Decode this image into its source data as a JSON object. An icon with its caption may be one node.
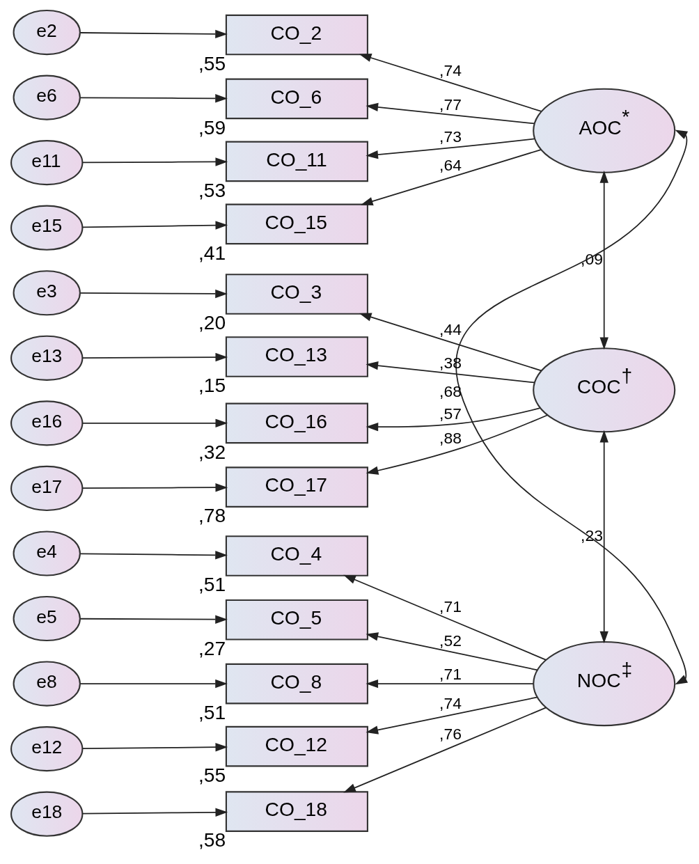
{
  "diagram": {
    "nodes": [
      {
        "text": [
          "AOC$^{*}$"
        ]
      },
      {
        "text": [
          "e2"
        ]
      },
      {
        "text": [
          "CO_2"
        ],
        "beside": [
          ",55"
        ]
      },
      {
        "text": [
          "e6"
        ]
      },
      {
        "text": [
          "CO_6"
        ],
        "beside": [
          ",59"
        ]
      },
      {
        "text": [
          "e11"
        ]
      },
      {
        "text": [
          "CO_11"
        ],
        "beside": [
          ",53"
        ]
      },
      {
        "text": [
          "e15"
        ]
      },
      {
        "text": [
          "CO_15"
        ],
        "beside": [
          ",41"
        ]
      },
      {
        "text": [
          "COC$^{†}$"
        ]
      },
      {
        "text": [
          "e3"
        ]
      },
      {
        "text": [
          "CO_3"
        ],
        "beside": [
          ",20"
        ]
      },
      {
        "text": [
          "e13"
        ]
      },
      {
        "text": [
          "CO_13"
        ],
        "beside": [
          ",15"
        ]
      },
      {
        "text": [
          "e16"
        ]
      },
      {
        "text": [
          "CO_16"
        ],
        "beside": [
          ",32"
        ]
      },
      {
        "text": [
          "e17"
        ]
      },
      {
        "text": [
          "CO_17"
        ],
        "beside": [
          ",78"
        ]
      },
      {
        "text": [
          "NOC$^{‡}$"
        ]
      },
      {
        "text": [
          "e4"
        ]
      },
      {
        "text": [
          "CO_4"
        ],
        "beside": [
          ",51"
        ]
      },
      {
        "text": [
          "e5"
        ]
      },
      {
        "text": [
          "CO_5"
        ],
        "beside": [
          ",27"
        ]
      },
      {
        "text": [
          "e8"
        ]
      },
      {
        "text": [
          "CO_8"
        ],
        "beside": [
          ",51"
        ]
      },
      {
        "text": [
          "e12"
        ]
      },
      {
        "text": [
          "CO_12"
        ],
        "beside": [
          ",55"
        ]
      },
      {
        "text": [
          "e18"
        ]
      },
      {
        "text": [
          "CO_18"
        ],
        "beside": [
          ",58"
        ]
      }
    ],
    "edges": [
      {
        "from": 1,
        "to": 2,
        "arrow": "to"
      },
      {
        "from": 3,
        "to": 4,
        "arrow": "to"
      },
      {
        "from": 5,
        "to": 6,
        "arrow": "to"
      },
      {
        "from": 7,
        "to": 8,
        "arrow": "to"
      },
      {
        "from": 0,
        "to": 2,
        "arrow": "to",
        "label": ",74"
      },
      {
        "from": 0,
        "to": 4,
        "arrow": "to",
        "label": ",77"
      },
      {
        "from": 0,
        "to": 6,
        "arrow": "to",
        "label": ",73"
      },
      {
        "from": 0,
        "to": 8,
        "arrow": "to",
        "label": ",64"
      },
      {
        "from": 10,
        "to": 11,
        "arrow": "to"
      },
      {
        "from": 12,
        "to": 13,
        "arrow": "to"
      },
      {
        "from": 14,
        "to": 15,
        "arrow": "to"
      },
      {
        "from": 16,
        "to": 17,
        "arrow": "to"
      },
      {
        "from": 9,
        "to": 11,
        "arrow": "to",
        "label": ",44"
      },
      {
        "from": 9,
        "to": 13,
        "arrow": "to",
        "label": ",38"
      },
      {
        "from": 9,
        "to": 15,
        "arrow": "to",
        "label": ",57"
      },
      {
        "from": 9,
        "to": 17,
        "arrow": "to",
        "label": ",88"
      },
      {
        "from": 19,
        "to": 20,
        "arrow": "to"
      },
      {
        "from": 21,
        "to": 22,
        "arrow": "to"
      },
      {
        "from": 23,
        "to": 24,
        "arrow": "to"
      },
      {
        "from": 25,
        "to": 26,
        "arrow": "to"
      },
      {
        "from": 27,
        "to": 28,
        "arrow": "to"
      },
      {
        "from": 18,
        "to": 20,
        "arrow": "to",
        "label": ",71"
      },
      {
        "from": 18,
        "to": 22,
        "arrow": "to",
        "label": ",52"
      },
      {
        "from": 18,
        "to": 24,
        "arrow": "to",
        "label": ",71"
      },
      {
        "from": 18,
        "to": 26,
        "arrow": "to",
        "label": ",74"
      },
      {
        "from": 18,
        "to": 28,
        "arrow": "to",
        "label": ",76"
      },
      {
        "from": 0,
        "to": 9,
        "arrow": "both",
        "label": ",09"
      },
      {
        "from": 9,
        "to": 18,
        "arrow": "both",
        "label": ",23"
      },
      {
        "from": 0,
        "to": 18,
        "arrow": "both",
        "label": ",68"
      }
    ]
  }
}
